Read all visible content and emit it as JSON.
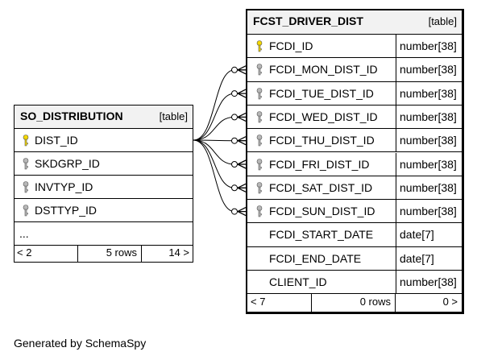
{
  "so_distribution": {
    "name": "SO_DISTRIBUTION",
    "kind": "[table]",
    "columns": [
      {
        "name": "DIST_ID",
        "key": "primary"
      },
      {
        "name": "SKDGRP_ID",
        "key": "foreign"
      },
      {
        "name": "INVTYP_ID",
        "key": "foreign"
      },
      {
        "name": "DSTTYP_ID",
        "key": "foreign"
      }
    ],
    "ellipsis": "...",
    "footer": {
      "left": "< 2",
      "middle": "5 rows",
      "right": "14 >"
    }
  },
  "fcst_driver_dist": {
    "name": "FCST_DRIVER_DIST",
    "kind": "[table]",
    "columns": [
      {
        "name": "FCDI_ID",
        "type": "number[38]",
        "key": "primary"
      },
      {
        "name": "FCDI_MON_DIST_ID",
        "type": "number[38]",
        "key": "foreign"
      },
      {
        "name": "FCDI_TUE_DIST_ID",
        "type": "number[38]",
        "key": "foreign"
      },
      {
        "name": "FCDI_WED_DIST_ID",
        "type": "number[38]",
        "key": "foreign"
      },
      {
        "name": "FCDI_THU_DIST_ID",
        "type": "number[38]",
        "key": "foreign"
      },
      {
        "name": "FCDI_FRI_DIST_ID",
        "type": "number[38]",
        "key": "foreign"
      },
      {
        "name": "FCDI_SAT_DIST_ID",
        "type": "number[38]",
        "key": "foreign"
      },
      {
        "name": "FCDI_SUN_DIST_ID",
        "type": "number[38]",
        "key": "foreign"
      },
      {
        "name": "FCDI_START_DATE",
        "type": "date[7]",
        "key": "none"
      },
      {
        "name": "FCDI_END_DATE",
        "type": "date[7]",
        "key": "none"
      },
      {
        "name": "CLIENT_ID",
        "type": "number[38]",
        "key": "none"
      }
    ],
    "footer": {
      "left": "< 7",
      "middle": "0 rows",
      "right": "0 >"
    }
  },
  "generated_by": "Generated by SchemaSpy",
  "colors": {
    "primary_key": "#f5d800",
    "foreign_key": "#b8b8b8",
    "header_bg": "#f2f2f2"
  },
  "icons": {
    "primary": "key-icon",
    "foreign": "key-icon"
  }
}
